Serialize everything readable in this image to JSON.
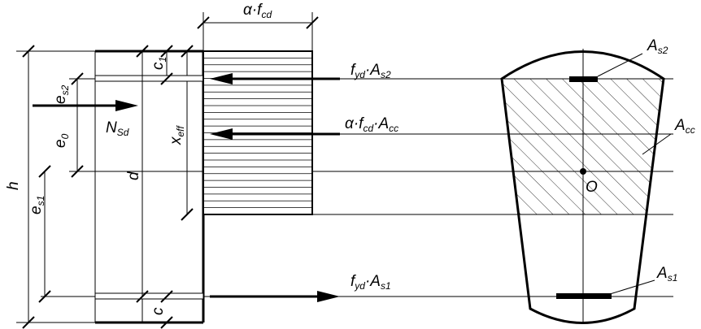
{
  "labels": {
    "alpha_fcd_top": {
      "main": "α·f",
      "sub": "cd"
    },
    "force_s2": {
      "main": "f",
      "sub1": "yd",
      "mid": "·A",
      "sub2": "s2"
    },
    "force_cc": {
      "main": "α·f",
      "sub1": "cd",
      "mid": "·A",
      "sub2": "cc"
    },
    "force_s1": {
      "main": "f",
      "sub1": "yd",
      "mid": "·A",
      "sub2": "s1"
    },
    "n_sd": {
      "main": "N",
      "sub": "Sd"
    },
    "x_eff": {
      "main": "x",
      "sub": "eff"
    },
    "e_s2": {
      "main": "e",
      "sub": "s2"
    },
    "e_0": {
      "main": "e",
      "sub": "0"
    },
    "e_s1": {
      "main": "e",
      "sub": "s1"
    },
    "h": "h",
    "d": "d",
    "c_top": {
      "main": "c",
      "sub": "1"
    },
    "c_bottom": "c",
    "a_s2": {
      "main": "A",
      "sub": "s2"
    },
    "a_cc": {
      "main": "A",
      "sub": "cc"
    },
    "a_s1": {
      "main": "A",
      "sub": "s1"
    },
    "o": "O"
  }
}
